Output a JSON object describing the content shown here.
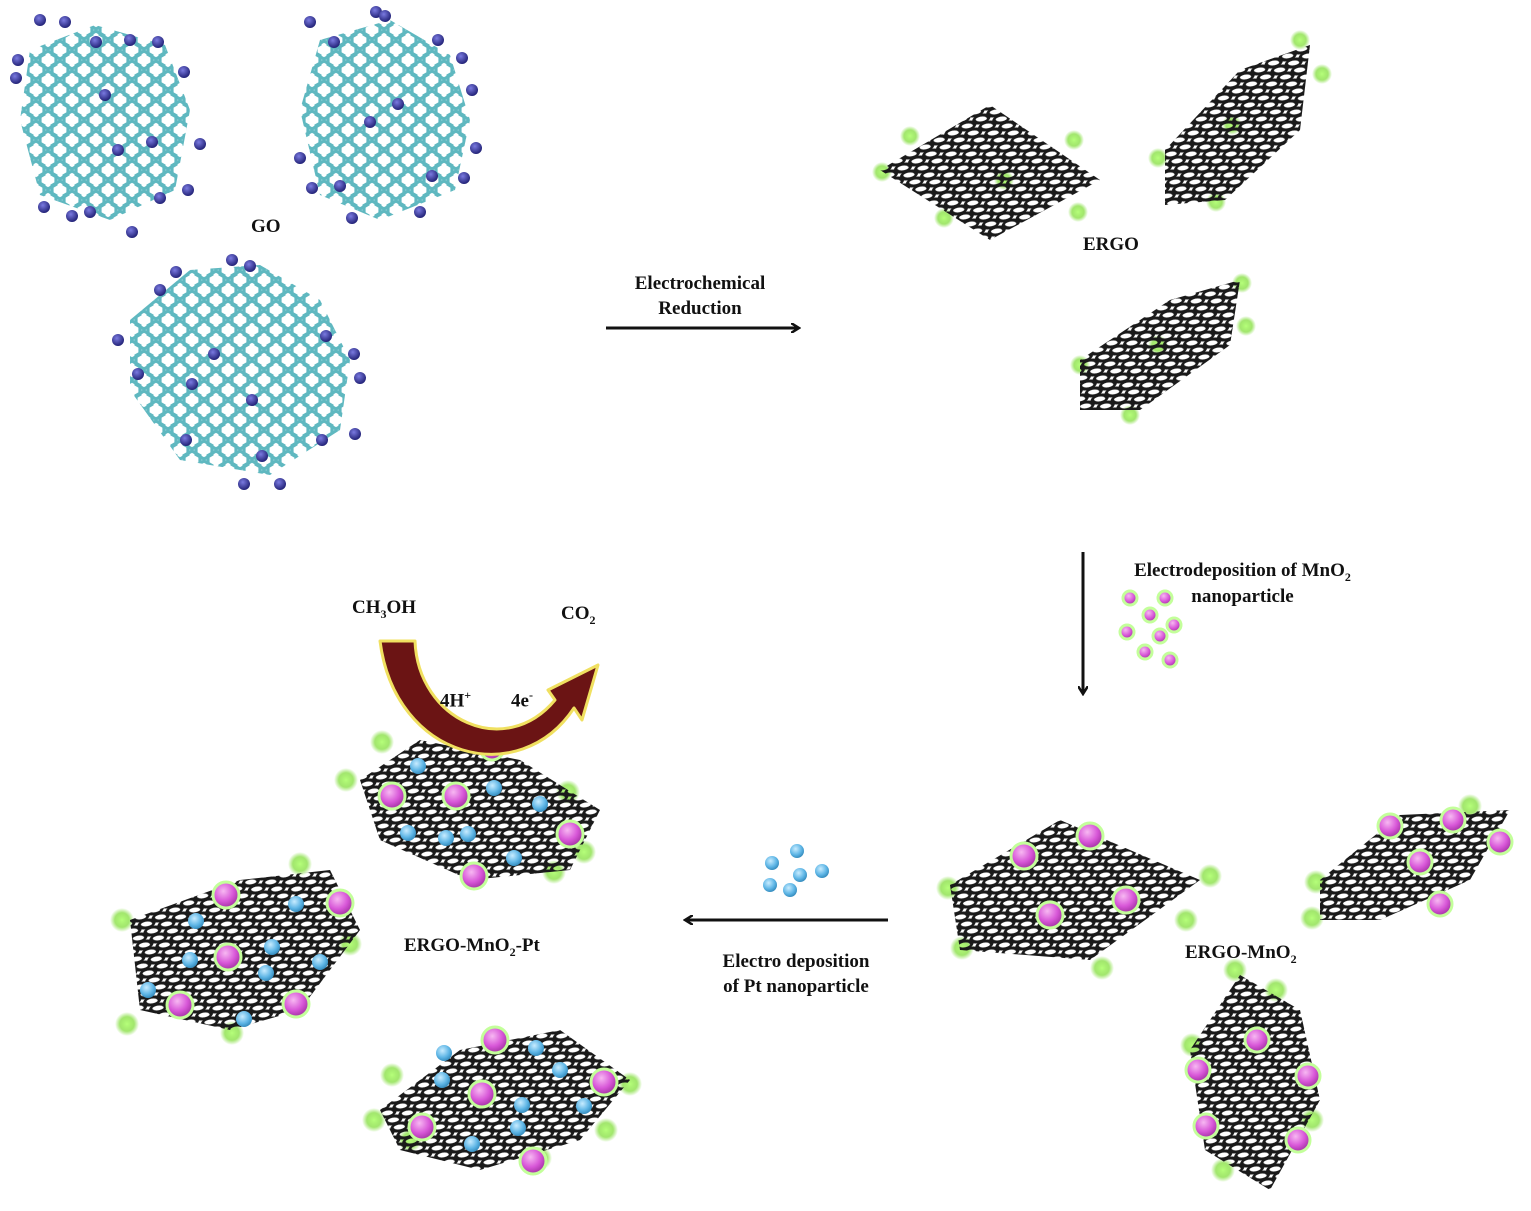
{
  "colors": {
    "go_lattice": "#5fb8c0",
    "go_oxygen": "#2a2a8e",
    "ergo_lattice": "#1a1a1a",
    "glow": "#8be04a",
    "mno2": "#d857d8",
    "pt": "#5fb6e6",
    "arrow": "#111111",
    "reaction_arrow_fill": "#6b1414",
    "reaction_arrow_outline": "#f0e060"
  },
  "labels": {
    "go": "GO",
    "ergo": "ERGO",
    "ergo_mno2": {
      "main": "ERGO-MnO",
      "sub": "2"
    },
    "ergo_mno2_pt": {
      "before": "ERGO-MnO",
      "sub": "2",
      "after": "-Pt"
    },
    "step1": {
      "line1": "Electrochemical",
      "line2": "Reduction"
    },
    "step2": {
      "line1_main": "Electrodeposition of MnO",
      "line1_sub": "2",
      "line2": "nanoparticle"
    },
    "step3": {
      "line1": "Electro deposition",
      "line2": "of Pt  nanoparticle"
    },
    "methanol": {
      "a": "CH",
      "sub": "3",
      "b": "OH"
    },
    "co2": {
      "main": "CO",
      "sub": "2"
    },
    "protons": {
      "main": "4H",
      "sup": "+"
    },
    "electrons": {
      "main": "4e",
      "sup": "-"
    }
  }
}
